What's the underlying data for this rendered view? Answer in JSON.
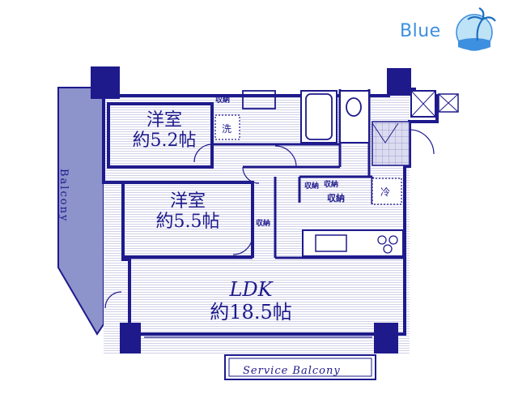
{
  "brand": {
    "text": "Blue",
    "logo_text": "Blue",
    "logo_icon": "palm-tree-sun-icon",
    "color": "#3d8fe0"
  },
  "colors": {
    "wall": "#1e1a8c",
    "floor_lines": "#b5b5d8",
    "balcony_fill": "#8a90c8",
    "tile": "#c9c9e6"
  },
  "rooms": {
    "western1": {
      "name": "洋室",
      "size": "約5.2帖"
    },
    "western2": {
      "name": "洋室",
      "size": "約5.5帖"
    },
    "ldk": {
      "name": "LDK",
      "size": "約18.5帖"
    }
  },
  "labels": {
    "balcony": "Balcony",
    "service_balcony": "Service Balcony",
    "storage": "収納",
    "laundry": "洗",
    "fridge": "冷"
  }
}
